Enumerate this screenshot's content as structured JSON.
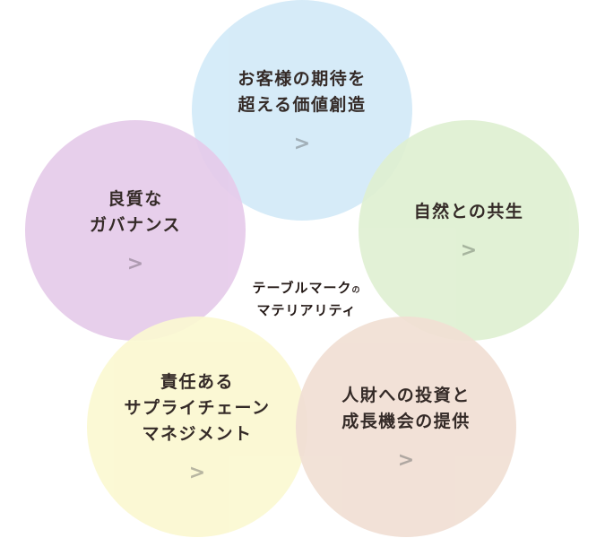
{
  "center_label": {
    "line1": "テーブルマーク",
    "particle": "の",
    "line2": "マテリアリティ"
  },
  "materialities": [
    {
      "id": "blue",
      "title": "お客様の期待を\n超える価値創造",
      "arrow": ">",
      "color": "#d3eaf8"
    },
    {
      "id": "purple",
      "title": "良質な\nガバナンス",
      "arrow": ">",
      "color": "#e6cbea"
    },
    {
      "id": "green",
      "title": "自然との共生",
      "arrow": ">",
      "color": "#dff0d2"
    },
    {
      "id": "yellow",
      "title": "責任ある\nサプライチェーン\nマネジメント",
      "arrow": ">",
      "color": "#fbf8d1"
    },
    {
      "id": "peach",
      "title": "人財への投資と\n成長機会の提供",
      "arrow": ">",
      "color": "#f1dfd4"
    }
  ]
}
